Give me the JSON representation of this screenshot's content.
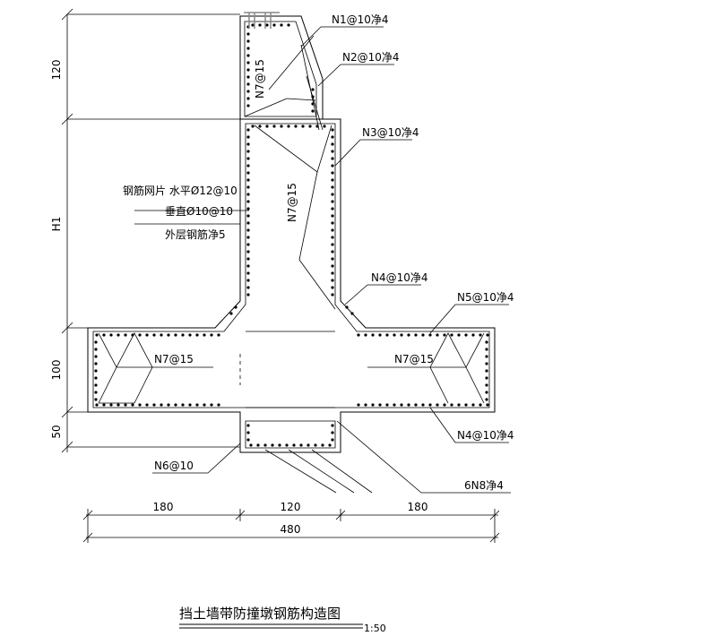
{
  "title": "挡土墙带防撞墩钢筋构造图",
  "scale": "1:50",
  "rebar_labels": {
    "n1": "N1@10净4",
    "n2": "N2@10净4",
    "n3": "N3@10净4",
    "n4_top": "N4@10净4",
    "n5": "N5@10净4",
    "n4_bottom": "N4@10净4",
    "n6": "N6@10",
    "n8": "6N8净4",
    "n7_top": "N7@15",
    "n7_mid": "N7@15",
    "n7_left": "N7@15",
    "n7_right": "N7@15"
  },
  "mesh_note": {
    "line1": "钢筋网片  水平Ø12@10",
    "line2": "垂直Ø10@10",
    "line3": "外层钢筋净5"
  },
  "dimensions": {
    "vertical": [
      "120",
      "H1",
      "100",
      "50"
    ],
    "horizontal": [
      "180",
      "120",
      "180"
    ],
    "total": "480"
  }
}
